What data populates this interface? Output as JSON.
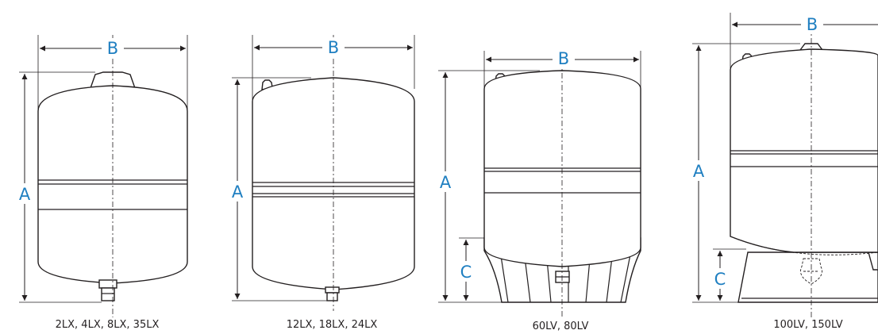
{
  "colors": {
    "dimension_letter": "#1f7fc1",
    "line": "#231f20"
  },
  "dimension_letters": {
    "a": "A",
    "b": "B",
    "c": "C"
  },
  "tanks": [
    {
      "caption": "2LX, 4LX, 8LX, 35LX"
    },
    {
      "caption": "12LX, 18LX, 24LX"
    },
    {
      "caption": "60LV, 80LV"
    },
    {
      "caption": "100LV, 150LV"
    }
  ]
}
